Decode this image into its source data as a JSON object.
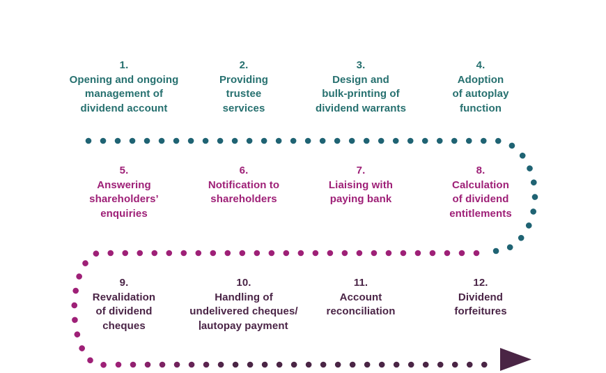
{
  "colors": {
    "background": "#ffffff",
    "teal_text": "#26706f",
    "teal_line": "#1f6373",
    "magenta_text": "#9e2077",
    "magenta_line": "#9e2077",
    "purple_text": "#4a2446",
    "purple_line": "#4a2545"
  },
  "process": {
    "rows": [
      {
        "color_role": "teal",
        "steps": [
          {
            "number": "1.",
            "lines": [
              "Opening and ongoing",
              "management of",
              "dividend account"
            ]
          },
          {
            "number": "2.",
            "lines": [
              "Providing",
              "trustee",
              "services"
            ]
          },
          {
            "number": "3.",
            "lines": [
              "Design and",
              "bulk-printing of",
              "dividend warrants"
            ]
          },
          {
            "number": "4.",
            "lines": [
              "Adoption",
              "of autoplay",
              "function"
            ]
          }
        ]
      },
      {
        "color_role": "magenta",
        "steps": [
          {
            "number": "5.",
            "lines": [
              "Answering",
              "shareholders’",
              "enquiries"
            ]
          },
          {
            "number": "6.",
            "lines": [
              "Notification to",
              "shareholders"
            ]
          },
          {
            "number": "7.",
            "lines": [
              "Liaising with",
              "paying bank"
            ]
          },
          {
            "number": "8.",
            "lines": [
              "Calculation",
              "of dividend",
              "entitlements"
            ]
          }
        ]
      },
      {
        "color_role": "purple",
        "steps": [
          {
            "number": "9.",
            "lines": [
              "Revalidation",
              "of dividend",
              "cheques"
            ]
          },
          {
            "number": "10.",
            "lines": [
              "Handling of",
              "undelivered cheques/",
              "autopay payment"
            ]
          },
          {
            "number": "11.",
            "lines": [
              "Account",
              "reconciliation"
            ]
          },
          {
            "number": "12.",
            "lines": [
              "Dividend",
              "forfeitures"
            ]
          }
        ]
      }
    ]
  }
}
